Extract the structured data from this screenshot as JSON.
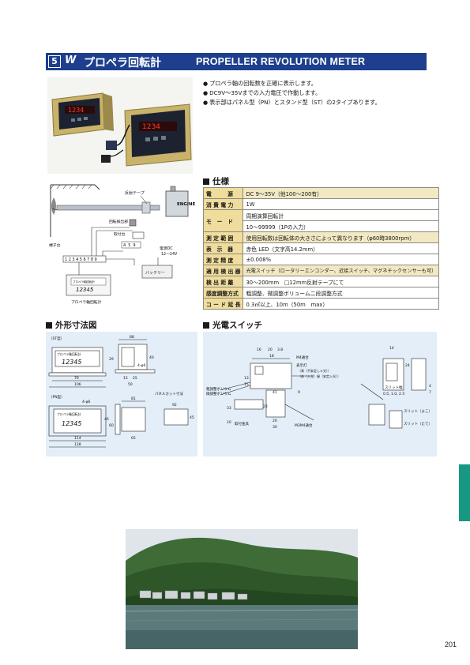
{
  "header": {
    "number": "5",
    "logo": "W",
    "title_jp": "プロペラ回転計",
    "title_en": "PROPELLER REVOLUTION METER"
  },
  "features": [
    "プロペラ軸の回転数を正確に表示します。",
    "DC9V～35Vまでの入力電圧で作動します。",
    "表示部はパネル型（PN）とスタンド型（ST）の2タイプあります。"
  ],
  "product_photo": {
    "panel_display": "1234",
    "stand_display": "1234"
  },
  "system_diagram": {
    "labels": {
      "reflect_tape": "反射テープ",
      "engine": "ENGINE",
      "sensor_holder": "回転検出部",
      "mount": "取付台",
      "terminal": "端子台",
      "power": "電源DC",
      "power_range": "12～24V",
      "battery": "バッテリー",
      "meter": "プロペラ軸回転計",
      "meter_screen_label": "プロペラ軸回転計",
      "meter_screen_value": "12345"
    },
    "terminal_numbers": [
      "1",
      "2",
      "3",
      "4",
      "5",
      "6",
      "7",
      "8",
      "9"
    ],
    "sensor_terminals": [
      "4",
      "5",
      "9"
    ]
  },
  "spec_section": {
    "title": "仕様",
    "rows": [
      {
        "label": "電　　　源",
        "value": "DC 9～35V（他100～200有）",
        "hl": true
      },
      {
        "label": "消 費 電 力",
        "value": "1W",
        "hl": false
      },
      {
        "label": "モ　ー　ド",
        "value": "周期演算回転計",
        "value2": "10～99999（1Pの入力）",
        "hl": false
      },
      {
        "label": "測 定 範 囲",
        "value": "使用回転数は回転体の大きさによって異なります（φ60時3800rpm）",
        "hl": true
      },
      {
        "label": "表　示　器",
        "value": "赤色 LED（文字高14.2mm）",
        "hl": false
      },
      {
        "label": "測 定 精 度",
        "value": "±0.008%",
        "hl": false
      },
      {
        "label": "適 用 検 出 器",
        "value": "光電スイッチ（ロータリーエンコンダー、近接スイッチ、マグネチックセンサーも可）",
        "hl": true
      },
      {
        "label": "検 出 距 離",
        "value": "30～200mm　□12mm反射テープにて",
        "hl": false
      },
      {
        "label": "感度調整方式",
        "value": "粗調整、微調整ボリューム二段調整方式",
        "hl": false
      },
      {
        "label": "コ ー ド 延 長",
        "value": "0.3㎡以上、10m（50m　max）",
        "hl": false
      }
    ]
  },
  "dimension_section": {
    "title": "外形寸法図",
    "st_label": "（ST型）",
    "pn_label": "（PN型）",
    "panel_cut_label": "パネルカット寸法",
    "display_label": "プロペラ軸回転計",
    "display_value": "12345",
    "dims": {
      "st_width": "76",
      "st_base": "106",
      "st_depth": "88",
      "st_height": "29",
      "st_side_h": "40",
      "st_hole": "4-φ6",
      "st_small": "15",
      "st_small2": "25",
      "st_side_base": "50",
      "pn_width": "114",
      "pn_outer": "128",
      "pn_height": "46",
      "pn_outer_h": "60",
      "pn_hole": "4-φ6",
      "pn_depth": "81",
      "pn_depth_inner": "65",
      "cut_w": "92",
      "cut_h": "45"
    }
  },
  "switch_section": {
    "title": "光電スイッチ",
    "labels": {
      "m4": "M4通合",
      "indicator": "表示灯",
      "green_note": "（青（不安定しゃ光））",
      "red_note": "（赤（入光）緑（安定入光））",
      "coarse": "粗調整ボリウム",
      "fine": "微調整ボリウム",
      "bracket": "取付金具",
      "m3m4": "M3M4通合",
      "slit_width": "スリット幅",
      "slit_values": "0.5, 1.0, 2.5",
      "slit_h": "スリット（よこ）",
      "slit_v": "スリット（たて）"
    },
    "dims": {
      "d16": "16",
      "d20": "20",
      "d3_8": "3.8",
      "d18": "18",
      "d13": "13",
      "d15": "15",
      "d41": "41",
      "d9": "9",
      "d23": "23",
      "d33": "33",
      "d10": "10",
      "d20b": "20",
      "d30": "30",
      "d14": "14",
      "d24": "24",
      "d4": "4",
      "d7": "7"
    }
  },
  "page_number": "201",
  "colors": {
    "header_bg": "#1d3f8d",
    "spec_label_bg": "#f0dc9c",
    "diagram_bg": "#e3eef8",
    "side_tab": "#169883"
  }
}
